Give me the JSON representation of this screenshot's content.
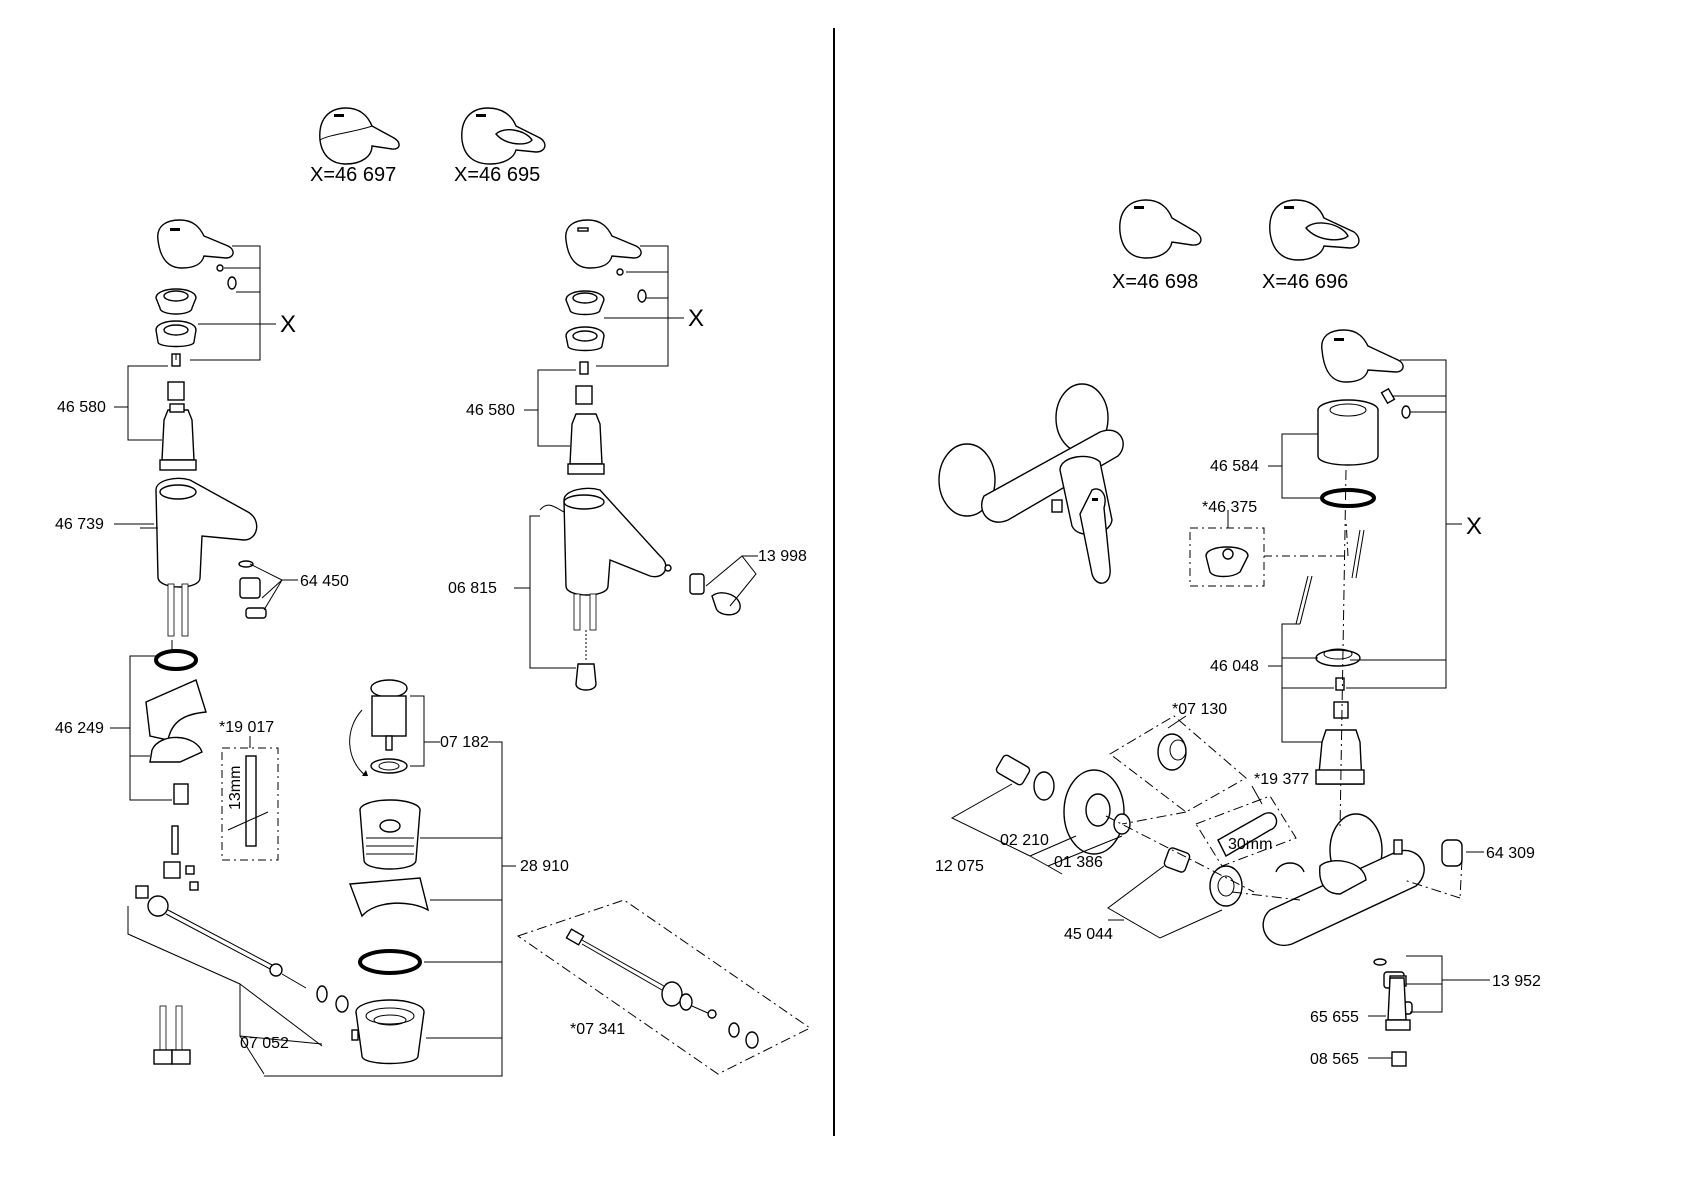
{
  "variants": {
    "left_1": "X=46 697",
    "left_2": "X=46 695",
    "right_1": "X=46 698",
    "right_2": "X=46 696"
  },
  "x_marker": "X",
  "tool_size": {
    "a": "13mm",
    "b": "30mm"
  },
  "labels": {
    "l1": "46 580",
    "l2": "46 739",
    "l3": "64 450",
    "l4": "46 249",
    "l5": "*19 017",
    "l6": "07 052",
    "l7": "07 182",
    "l8": "28 910",
    "l9": "*07 341",
    "b1": "46 580",
    "b2": "13 998",
    "b3": "06 815",
    "r1": "46 584",
    "r2": "*46 375",
    "r3": "46 048",
    "r4": "*07 130",
    "r5": "*19 377",
    "r6": "02 210",
    "r7": "12 075",
    "r8": "01 386",
    "r9": "45 044",
    "r10": "64 309",
    "r11": "13 952",
    "r12": "65 655",
    "r13": "08 565"
  }
}
